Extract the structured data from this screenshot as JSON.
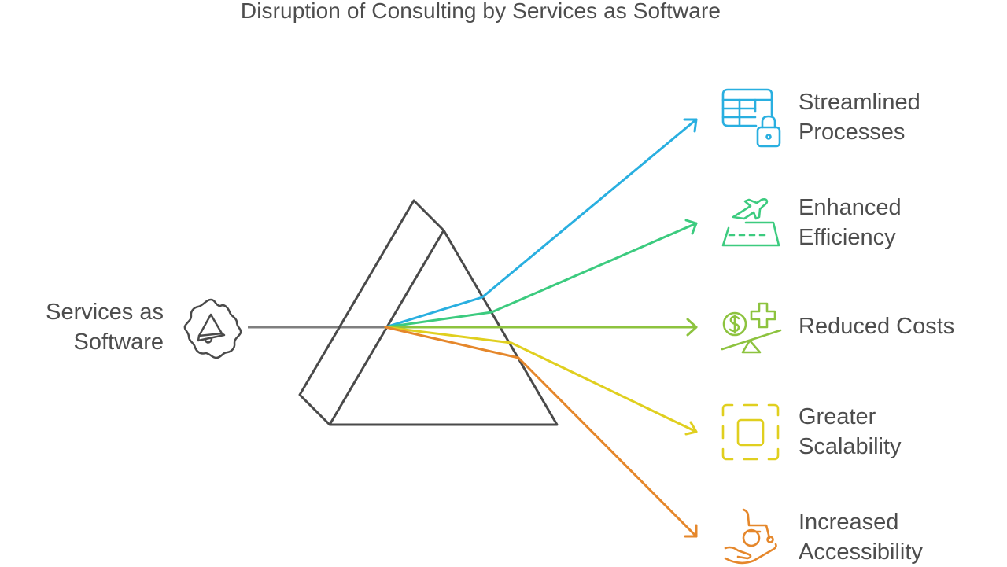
{
  "title": "Disruption of Consulting by Services as Software",
  "source": {
    "label_line1": "Services as",
    "label_line2": "Software",
    "icon": "gear-megaphone-icon",
    "line_color": "#7f7f7f"
  },
  "prism": {
    "stroke_color": "#4a4a4a"
  },
  "outputs": [
    {
      "line1": "Streamlined",
      "line2": "Processes",
      "icon": "table-lock-icon",
      "color": "#29afe0"
    },
    {
      "line1": "Enhanced",
      "line2": "Efficiency",
      "icon": "airplane-runway-icon",
      "color": "#3ccb7f"
    },
    {
      "line1": "Reduced Costs",
      "line2": "",
      "icon": "dollar-plus-seesaw-icon",
      "color": "#8dc33f"
    },
    {
      "line1": "Greater",
      "line2": "Scalability",
      "icon": "dashed-square-scale-icon",
      "color": "#e0cf1f"
    },
    {
      "line1": "Increased",
      "line2": "Accessibility",
      "icon": "hand-wheelchair-icon",
      "color": "#e5872b"
    }
  ]
}
